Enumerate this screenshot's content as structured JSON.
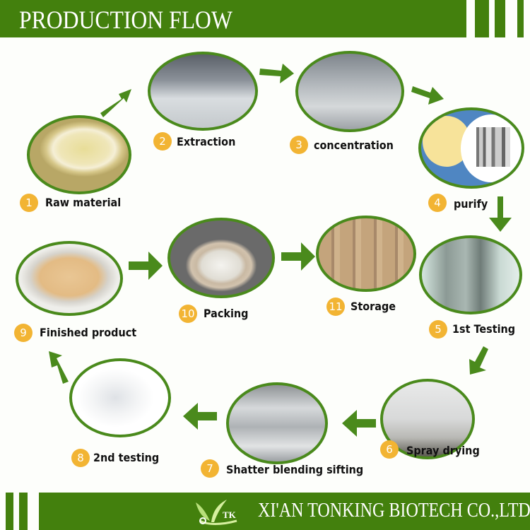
{
  "header": {
    "title": "PRODUCTION FLOW"
  },
  "footer": {
    "company": "XI'AN TONKING BIOTECH CO.,LTD",
    "logo_text": "TK"
  },
  "colors": {
    "brand_green": "#43800d",
    "badge_orange": "#f2b433",
    "ring_green": "#4a8a1c"
  },
  "steps": [
    {
      "num": "1",
      "label": "Raw material"
    },
    {
      "num": "2",
      "label": "Extraction"
    },
    {
      "num": "3",
      "label": "concentration"
    },
    {
      "num": "4",
      "label": "purify"
    },
    {
      "num": "5",
      "label": "1st Testing"
    },
    {
      "num": "6",
      "label": "Spray drying"
    },
    {
      "num": "7",
      "label": "Shatter blending sifting"
    },
    {
      "num": "8",
      "label": "2nd testing"
    },
    {
      "num": "9",
      "label": "Finished product"
    },
    {
      "num": "10",
      "label": "Packing"
    },
    {
      "num": "11",
      "label": "Storage"
    }
  ]
}
